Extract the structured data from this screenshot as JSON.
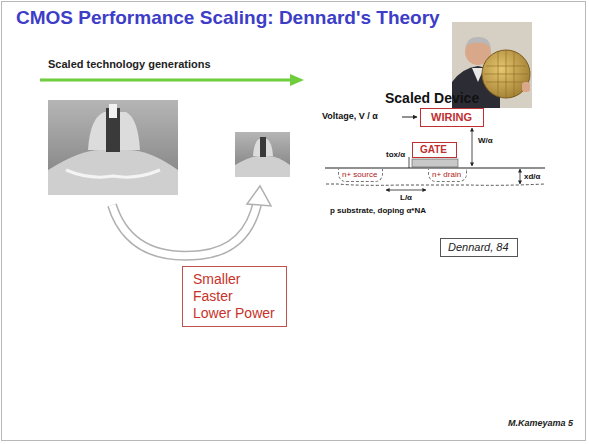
{
  "diagram": {
    "title": "CMOS Performance Scaling: Dennard's Theory",
    "nodes": [
      {
        "text": [
          "Smaller",
          "Faster",
          "Lower Power"
        ]
      },
      {
        "text": [
          "WIRING"
        ]
      },
      {
        "text": [
          "GATE"
        ]
      },
      {
        "text": [
          "n+ source"
        ]
      },
      {
        "text": [
          "n+ drain"
        ]
      },
      {
        "text": [
          "Dennard, 84"
        ]
      }
    ],
    "labels": [
      "Scaled technology generations",
      "Scaled Device",
      "Voltage, V / α",
      "tox/α",
      "W/α",
      "L/α",
      "p substrate, doping α*NA",
      "xd/α",
      "M.Kameyama 5"
    ]
  }
}
